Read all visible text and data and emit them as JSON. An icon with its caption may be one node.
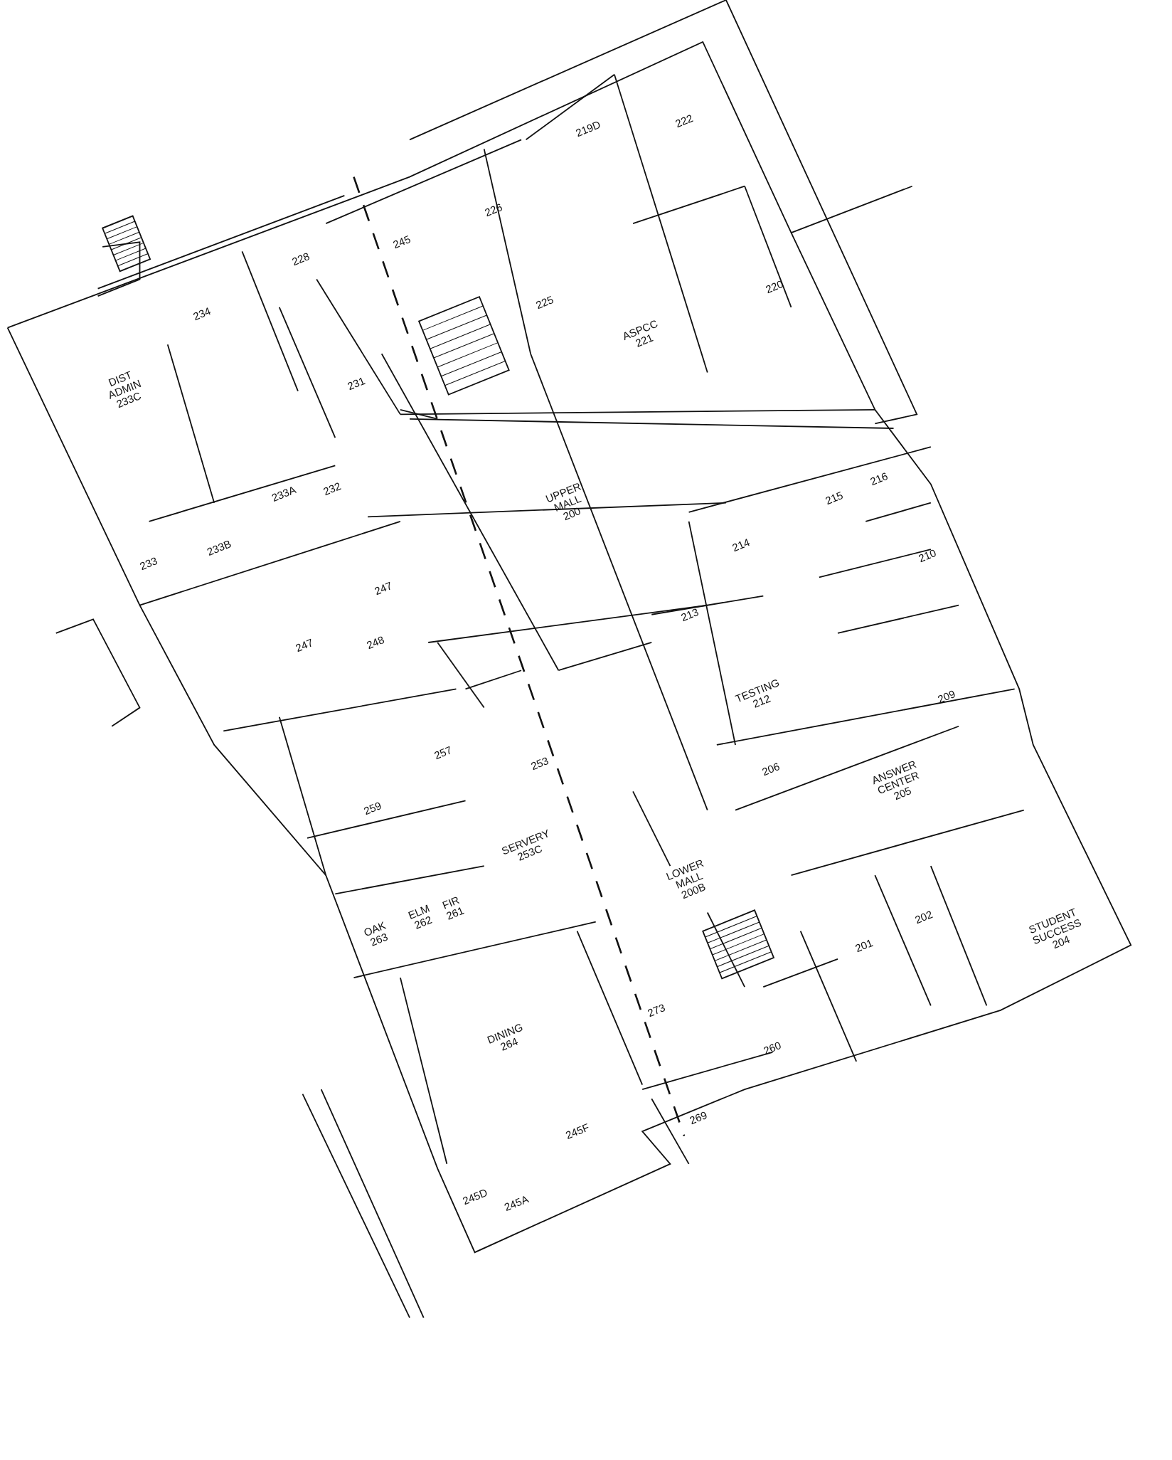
{
  "diagram": {
    "labels": [
      "222",
      "219D",
      "226",
      "245",
      "228",
      "225",
      "220",
      "234",
      "ASPCC 221",
      "231",
      "DIST ADMIN 233C",
      "216",
      "232",
      "233A",
      "215",
      "UPPER MALL 200",
      "214",
      "233B",
      "210",
      "233",
      "247",
      "213",
      "248",
      "247",
      "TESTING 212",
      "209",
      "257",
      "253",
      "206",
      "ANSWER CENTER 205",
      "259",
      "SERVERY 253C",
      "LOWER MALL 200B",
      "FIR 261",
      "ELM 262",
      "202",
      "STUDENT SUCCESS 204",
      "OAK 263",
      "201",
      "273",
      "DINING 264",
      "260",
      "269",
      "245F",
      "245D",
      "245A"
    ]
  }
}
